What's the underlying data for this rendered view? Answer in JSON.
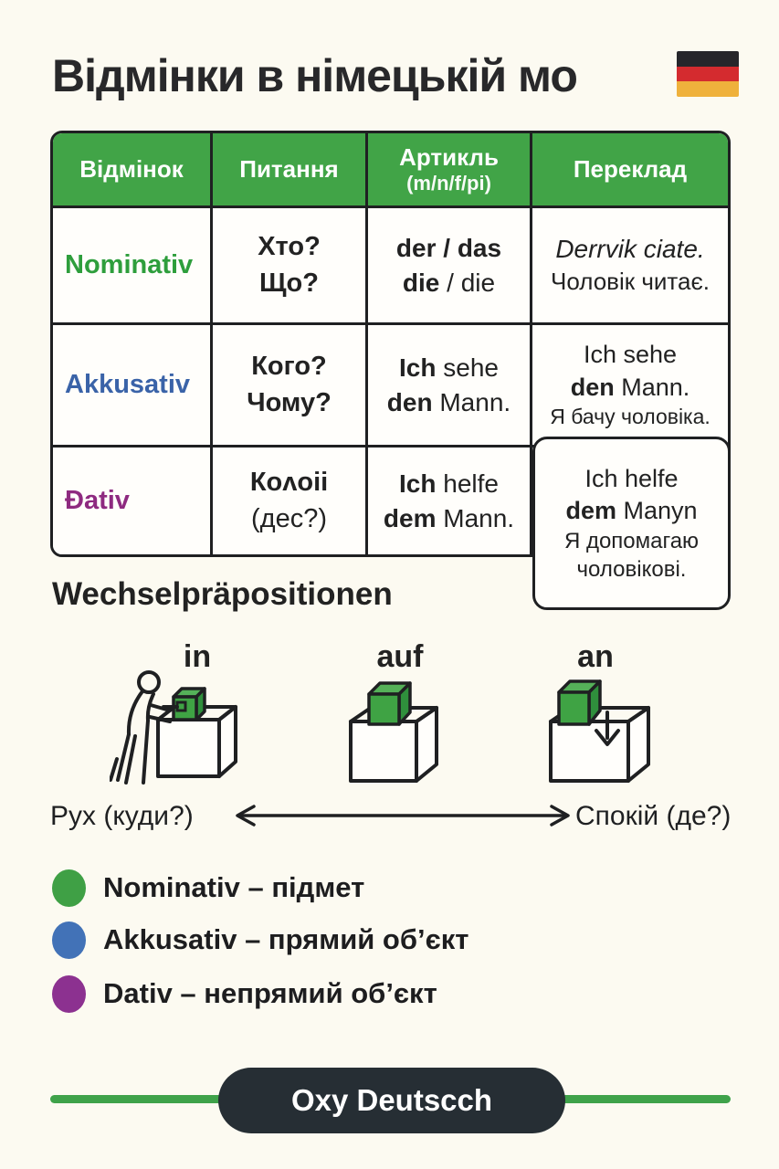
{
  "title": {
    "text": "Відмінки в німецькій мо"
  },
  "flag": {
    "black": "#26262B",
    "red": "#D42B2F",
    "gold": "#EFB13C"
  },
  "colors": {
    "background": "#FCFAF1",
    "table_header_green": "#41A447",
    "border_dark": "#1F2022",
    "nominativ": "#2E9E3C",
    "akkusativ": "#3A63A8",
    "dativ": "#8E2A80",
    "footer_line_green": "#3FA24A",
    "footer_pill_dark": "#262E34"
  },
  "table": {
    "headers": [
      "Відмінок",
      "Питання",
      "Артикль",
      "Переклад"
    ],
    "article_sub": "(m/n/f/pi)",
    "rows": [
      {
        "case": "Nominativ",
        "q1": "Хто?",
        "q2": "Що?",
        "a1": "der / das",
        "a2b": "die",
        "a2r": " / die",
        "t1": "Derrvik ciate.",
        "t2": "Чоловік читає."
      },
      {
        "case": "Akkusativ",
        "q1": "Кого?",
        "q2": "Чому?",
        "a1b": "Ich",
        "a1r": " sehe",
        "a2b": "den",
        "a2r": " Mann.",
        "t1": "Ich sehe",
        "t2b": "den",
        "t2r": " Mann.",
        "t3": "Я бачу чоловіка."
      },
      {
        "case": "Đativ",
        "q1": "Коʌоіі",
        "q2": "(дес?)",
        "a1b": "Ich",
        "a1r": " helfe",
        "a2b": "dem",
        "a2r": " Mann."
      }
    ],
    "overflow_box": {
      "l1": "Ich helfe",
      "l2b": "dem",
      "l2r": " Manyn",
      "l3": "Я допомагаю",
      "l4": "чоловікові."
    }
  },
  "wechsel": {
    "heading": "Wechselpräpositionen",
    "labels": [
      "in",
      "auf",
      "an"
    ]
  },
  "arrow": {
    "left": "Рух (куди?)",
    "right": "Спокій (де?)"
  },
  "legend": {
    "items": [
      {
        "label": "Nominativ – підмет",
        "color": "#3FA045"
      },
      {
        "label": "Akkusativ – прямий об’єкт",
        "color": "#4272B7"
      },
      {
        "label": "Dativ – непрямий об’єкт",
        "color": "#8C3190"
      }
    ]
  },
  "footer": {
    "badge": "Oxy Deutscch"
  }
}
